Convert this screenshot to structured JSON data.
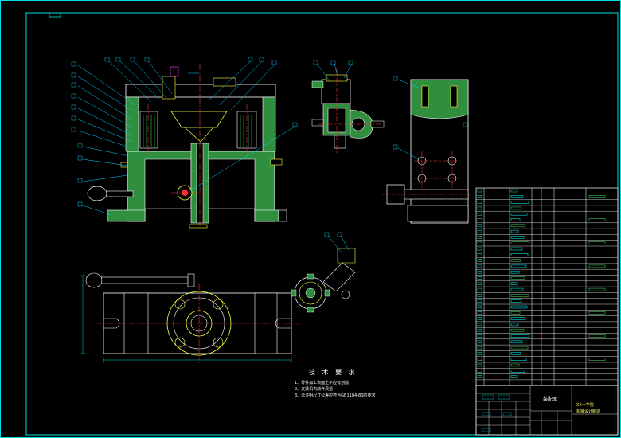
{
  "drawing": {
    "colors": {
      "background": "#000000",
      "frame": "#00e0e0",
      "outline": "#ffffff",
      "part_fill": "#2f8f3f",
      "hatch": "#3fbf4f",
      "center_line": "#ff3030",
      "leader": "#00d0ff",
      "dimension": "#00e0e0",
      "detail": "#ffff40",
      "accent": "#ff40ff"
    },
    "technical_requirements": {
      "title": "技 术 要 求",
      "lines": [
        "1、零件加工表面上不应有划痕",
        "2、夹紧机构动作灵活",
        "3、未注明尺寸公差应符合GB1184-80的要求"
      ]
    },
    "title_block": {
      "drawing_name": "装配图",
      "company_line1": "XX一学院",
      "company_line2": "机械设计制造"
    }
  }
}
